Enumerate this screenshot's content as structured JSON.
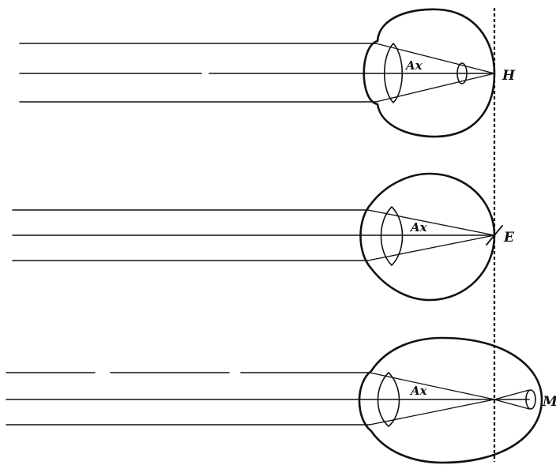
{
  "figure": {
    "axis_label": "Ax",
    "eyes": [
      {
        "id": "hyperopic",
        "letter": "H"
      },
      {
        "id": "emmetropic",
        "letter": "E"
      },
      {
        "id": "myopic",
        "letter": "M"
      }
    ]
  }
}
